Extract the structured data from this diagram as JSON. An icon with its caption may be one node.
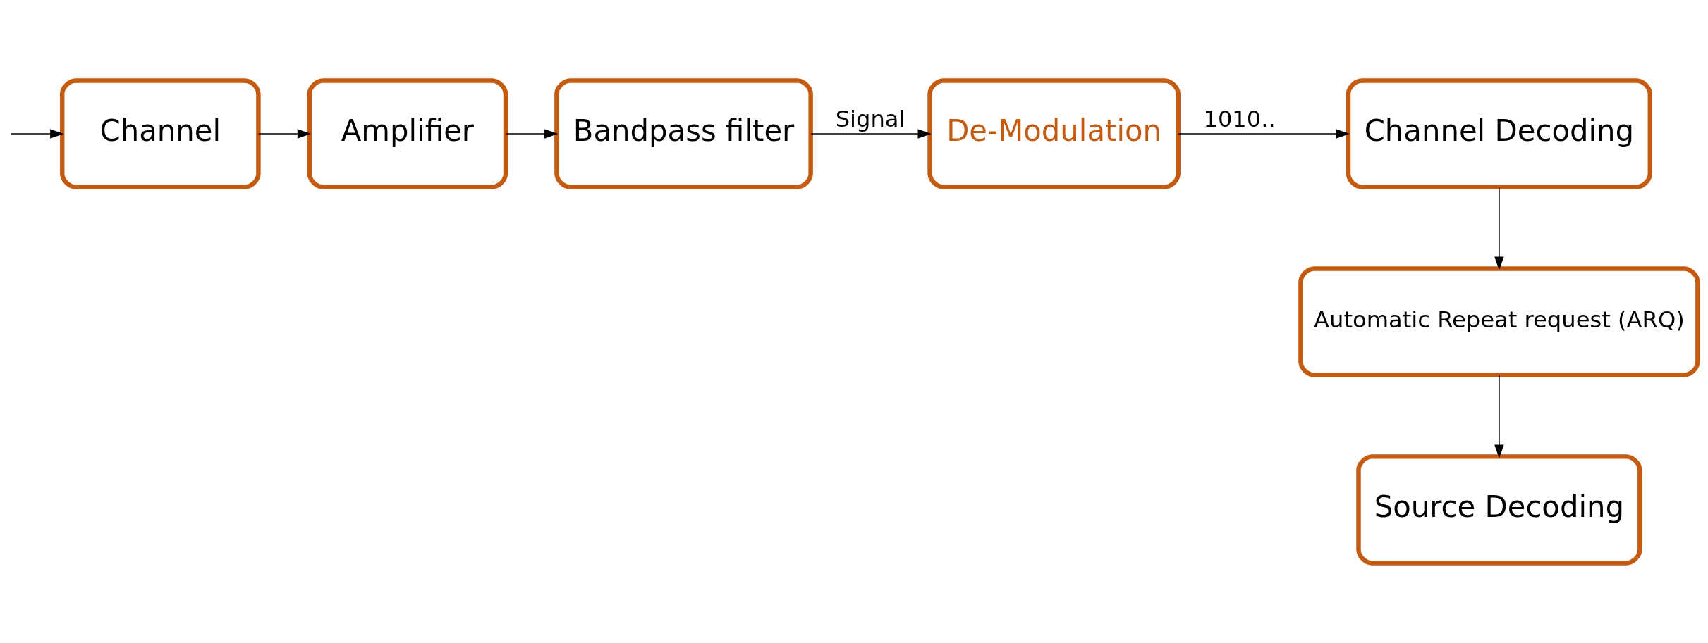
{
  "diagram": {
    "nodes": [
      {
        "text": [
          "Channel"
        ]
      },
      {
        "text": [
          "Amplifier"
        ]
      },
      {
        "text": [
          "Bandpass filter"
        ]
      },
      {
        "text": [
          "De-Modulation"
        ]
      },
      {
        "text": [
          "Channel Decoding"
        ]
      },
      {
        "text": [
          "Automatic Repeat request (ARQ)"
        ]
      },
      {
        "text": [
          "Source Decoding"
        ]
      }
    ],
    "edges": [
      {
        "from": null,
        "to": 0,
        "arrow": "to"
      },
      {
        "from": 0,
        "to": 1,
        "arrow": "to"
      },
      {
        "from": 1,
        "to": 2,
        "arrow": "to"
      },
      {
        "from": 2,
        "to": 3,
        "arrow": "to",
        "label": "Signal"
      },
      {
        "from": 3,
        "to": 4,
        "arrow": "to",
        "label": "1010.."
      },
      {
        "from": 4,
        "to": 5,
        "arrow": "to"
      },
      {
        "from": 5,
        "to": 6,
        "arrow": "to"
      }
    ]
  }
}
